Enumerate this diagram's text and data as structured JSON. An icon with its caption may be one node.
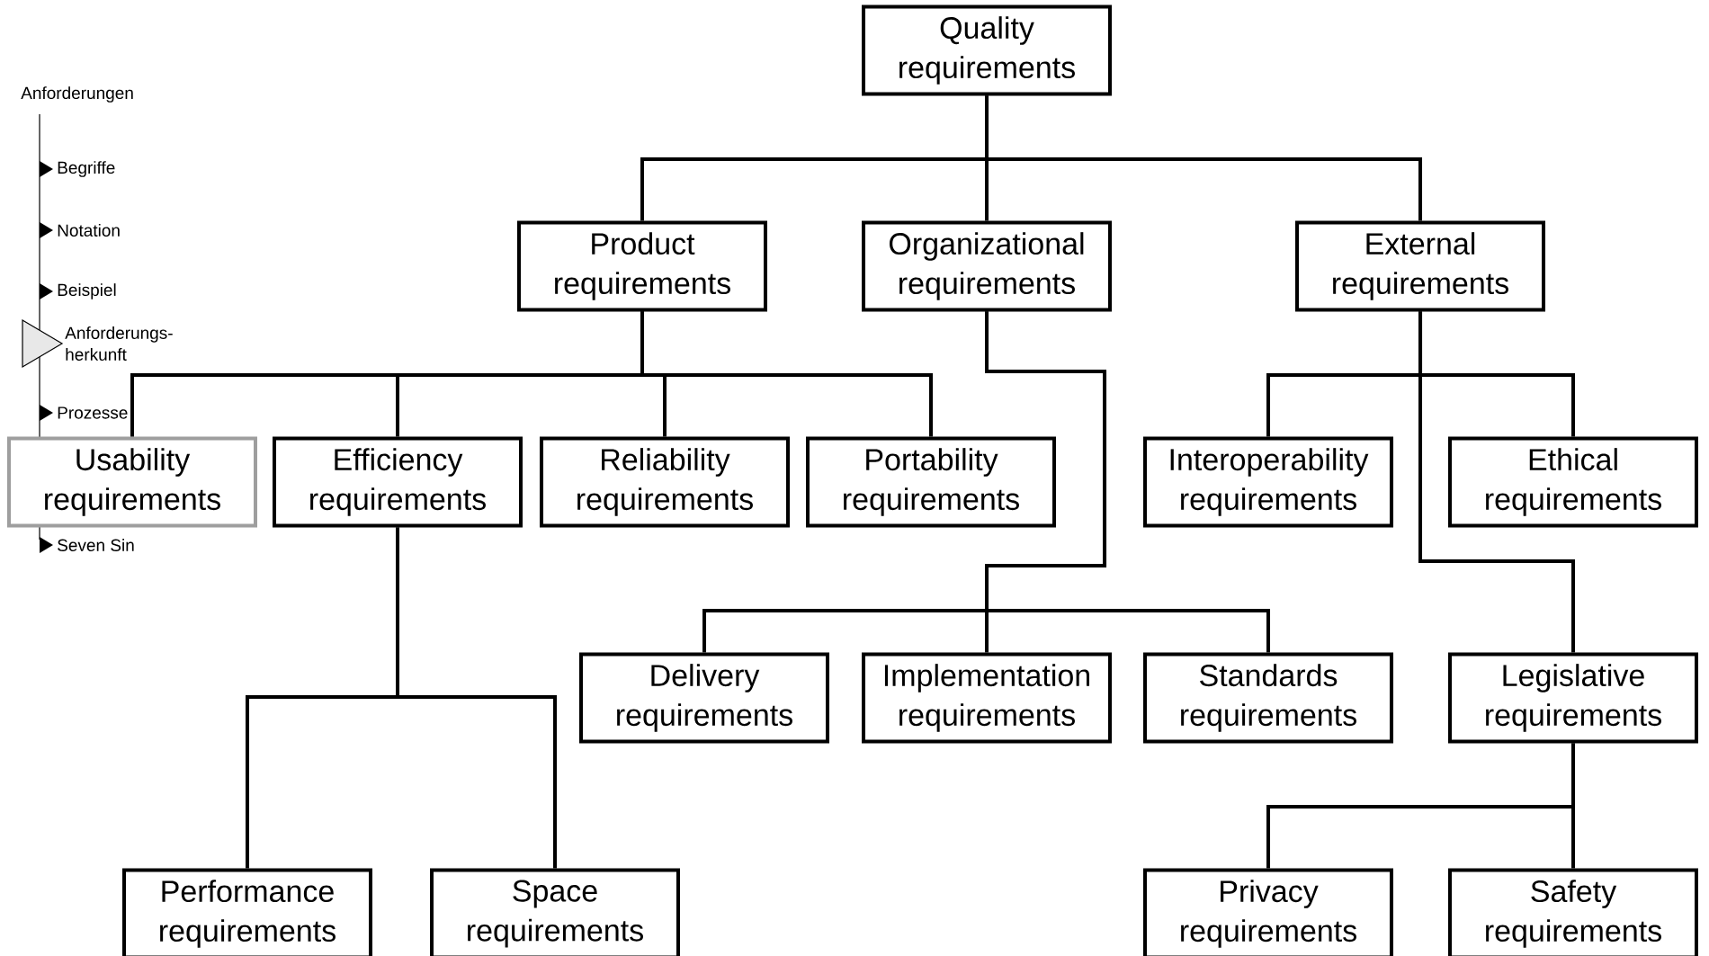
{
  "diagram": {
    "nodes": [
      {
        "text": [
          "Quality requirements"
        ]
      },
      {
        "text": [
          "Product requirements"
        ]
      },
      {
        "text": [
          "Organizational requirements"
        ]
      },
      {
        "text": [
          "External requirements"
        ]
      },
      {
        "text": [
          "Usability requirements"
        ]
      },
      {
        "text": [
          "Efficiency requirements"
        ]
      },
      {
        "text": [
          "Reliability requirements"
        ]
      },
      {
        "text": [
          "Portability requirements"
        ]
      },
      {
        "text": [
          "Interoperability requirements"
        ]
      },
      {
        "text": [
          "Ethical requirements"
        ]
      },
      {
        "text": [
          "Delivery requirements"
        ]
      },
      {
        "text": [
          "Implementation requirements"
        ]
      },
      {
        "text": [
          "Standards requirements"
        ]
      },
      {
        "text": [
          "Legislative requirements"
        ]
      },
      {
        "text": [
          "Performance requirements"
        ]
      },
      {
        "text": [
          "Space requirements"
        ]
      },
      {
        "text": [
          "Privacy requirements"
        ]
      },
      {
        "text": [
          "Safety requirements"
        ]
      }
    ],
    "edges": [
      {
        "from": 0,
        "to": 1,
        "arrow": "none"
      },
      {
        "from": 0,
        "to": 2,
        "arrow": "none"
      },
      {
        "from": 0,
        "to": 3,
        "arrow": "none"
      },
      {
        "from": 1,
        "to": 4,
        "arrow": "none"
      },
      {
        "from": 1,
        "to": 5,
        "arrow": "none"
      },
      {
        "from": 1,
        "to": 6,
        "arrow": "none"
      },
      {
        "from": 1,
        "to": 7,
        "arrow": "none"
      },
      {
        "from": 3,
        "to": 8,
        "arrow": "none"
      },
      {
        "from": 3,
        "to": 9,
        "arrow": "none"
      },
      {
        "from": 2,
        "to": 10,
        "arrow": "none"
      },
      {
        "from": 2,
        "to": 11,
        "arrow": "none"
      },
      {
        "from": 2,
        "to": 12,
        "arrow": "none"
      },
      {
        "from": 3,
        "to": 13,
        "arrow": "none"
      },
      {
        "from": 5,
        "to": 14,
        "arrow": "none"
      },
      {
        "from": 5,
        "to": 15,
        "arrow": "none"
      },
      {
        "from": 13,
        "to": 16,
        "arrow": "none"
      },
      {
        "from": 13,
        "to": 17,
        "arrow": "none"
      }
    ],
    "labels": [
      "Anforderungen",
      "Begriffe",
      "Notation",
      "Beispiel",
      "Anforderungs- herkunft",
      "Prozesse",
      "Seven Sin"
    ]
  }
}
